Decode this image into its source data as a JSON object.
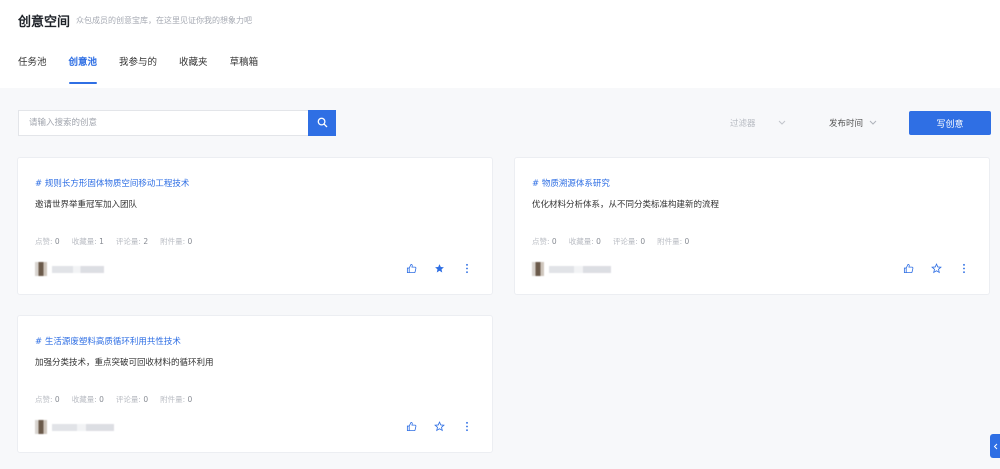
{
  "header": {
    "title": "创意空间",
    "subtitle": "众包成员的创意宝库，在这里见证你我的想象力吧"
  },
  "tabs": [
    {
      "label": "任务池",
      "active": false
    },
    {
      "label": "创意池",
      "active": true
    },
    {
      "label": "我参与的",
      "active": false
    },
    {
      "label": "收藏夹",
      "active": false
    },
    {
      "label": "草稿箱",
      "active": false
    }
  ],
  "search": {
    "placeholder": "请输入搜索的创意",
    "icon": "search-icon"
  },
  "toolbar": {
    "filter_label": "过滤器",
    "sort_label": "发布时间",
    "write_label": "写创意"
  },
  "colors": {
    "accent": "#2f6fe4",
    "muted": "#b9bcc3"
  },
  "cards": [
    {
      "tag": "# 规则长方形固体物质空间移动工程技术",
      "desc": "邀请世界举重冠军加入团队",
      "stats": {
        "like_label": "点赞:",
        "like": "0",
        "fav_label": "收藏量:",
        "fav": "1",
        "comment_label": "评论量:",
        "comment": "2",
        "attach_label": "附件量:",
        "attach": "0"
      },
      "favorited": true
    },
    {
      "tag": "# 物质溯源体系研究",
      "desc": "优化材料分析体系，从不同分类标准构建新的流程",
      "stats": {
        "like_label": "点赞:",
        "like": "0",
        "fav_label": "收藏量:",
        "fav": "0",
        "comment_label": "评论量:",
        "comment": "0",
        "attach_label": "附件量:",
        "attach": "0"
      },
      "favorited": false
    },
    {
      "tag": "# 生活源废塑料高质循环利用共性技术",
      "desc": "加强分类技术，重点突破可回收材料的循环利用",
      "stats": {
        "like_label": "点赞:",
        "like": "0",
        "fav_label": "收藏量:",
        "fav": "0",
        "comment_label": "评论量:",
        "comment": "0",
        "attach_label": "附件量:",
        "attach": "0"
      },
      "favorited": false
    }
  ]
}
